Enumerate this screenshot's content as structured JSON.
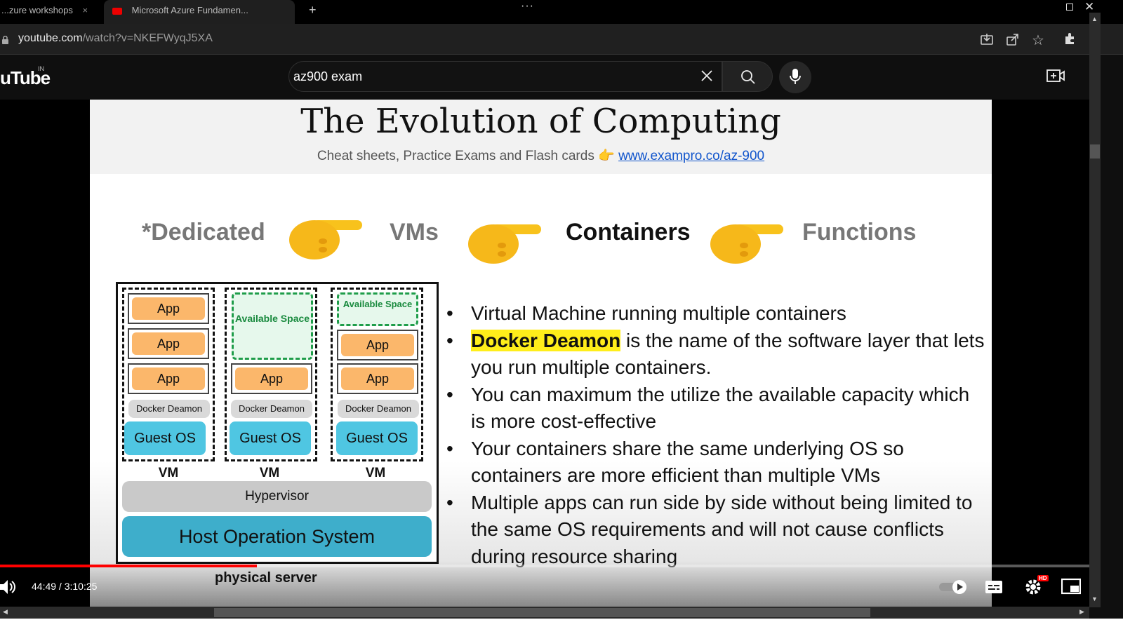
{
  "browser": {
    "tabs": [
      {
        "label": "...zure workshops",
        "active": false
      },
      {
        "label": "Microsoft Azure Fundamen...",
        "active": true
      }
    ],
    "menu_dots": "···",
    "url_domain": "youtube.com",
    "url_path": "/watch?v=NKEFWyqJ5XA",
    "icons": [
      "lock-icon",
      "install-icon",
      "share-icon",
      "star-icon",
      "extensions-icon",
      "restore-icon",
      "close-icon"
    ]
  },
  "youtube": {
    "logo_text": "uTube",
    "country": "IN",
    "search_query": "az900 exam",
    "icons": [
      "clear-search-icon",
      "search-icon",
      "mic-icon",
      "create-icon"
    ]
  },
  "slide": {
    "title": "The Evolution of Computing",
    "subtitle": "Cheat sheets, Practice Exams and Flash cards 👉",
    "link": "www.exampro.co/az-900",
    "evolution": [
      "*Dedicated",
      "VMs",
      "Containers",
      "Functions"
    ],
    "diagram": {
      "app_label": "App",
      "available_space": "Available Space",
      "docker_daemon": "Docker Deamon",
      "guest_os": "Guest OS",
      "vm_label": "VM",
      "hypervisor": "Hypervisor",
      "host_os": "Host Operation System",
      "physical_server": "physical server"
    },
    "bullets": [
      {
        "highlight": "",
        "text": "Virtual Machine running multiple containers"
      },
      {
        "highlight": "Docker Deamon",
        "text": " is the name of the software layer that lets you run multiple containers."
      },
      {
        "highlight": "",
        "text": "You can maximum the utilize the available capacity which is more cost-effective"
      },
      {
        "highlight": "",
        "text": "Your containers share the same underlying OS so containers are more efficient than multiple VMs"
      },
      {
        "highlight": "",
        "text": "Multiple apps can run side by side without being limited to the same OS requirements and will not cause conflicts during resource sharing"
      }
    ]
  },
  "player": {
    "time": "44:49 / 3:10:25",
    "progress_fraction": 0.236,
    "hd_badge": "HD",
    "icons": [
      "volume-icon",
      "autoplay-toggle-icon",
      "subtitles-icon",
      "settings-icon",
      "miniplayer-icon"
    ]
  },
  "colors": {
    "progress_played": "#ff0000",
    "app_box": "#fbb76b",
    "guest_os": "#4fc6e2",
    "host_os": "#3eaecb",
    "available_space": "#1f9d4a",
    "highlight": "#ffee1a",
    "link": "#1155cc"
  }
}
